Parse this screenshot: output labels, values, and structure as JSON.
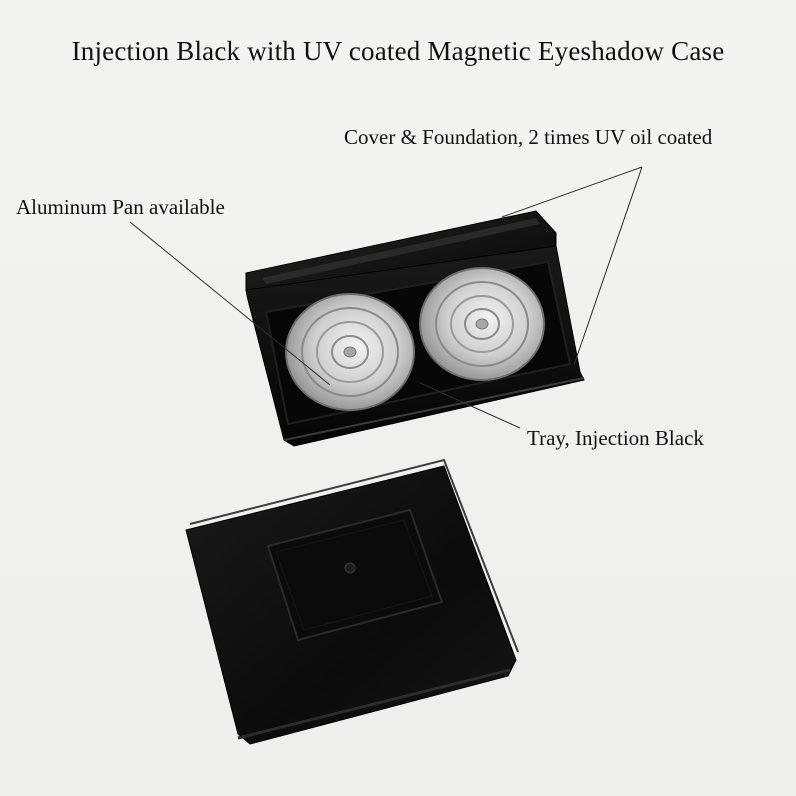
{
  "title": "Injection Black with UV coated  Magnetic Eyeshadow Case",
  "annotations": {
    "cover": "Cover & Foundation, 2 times UV oil coated",
    "pan": "Aluminum Pan available",
    "tray": "Tray, Injection Black"
  },
  "colors": {
    "background": "#f1f1ef",
    "case_black": "#0d0d0d",
    "aluminum": "#c9c9c9"
  }
}
